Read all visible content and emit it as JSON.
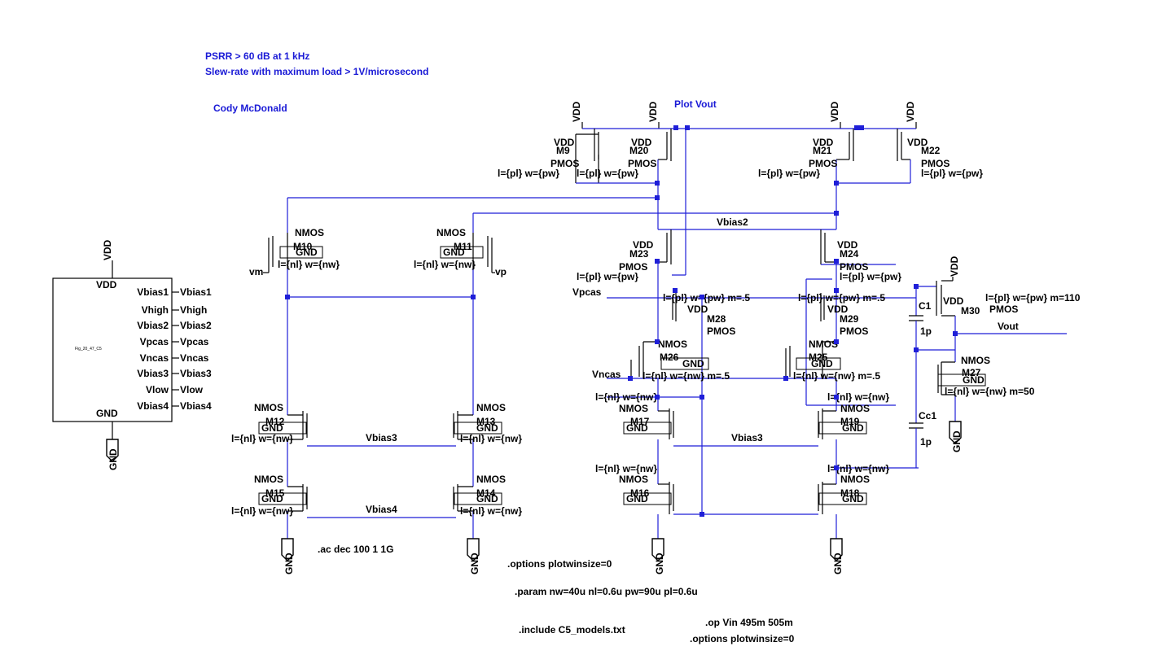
{
  "comments": {
    "psrr": "PSRR > 60 dB at 1 kHz",
    "slew": "Slew-rate with maximum load > 1V/microsecond",
    "author": "Cody McDonald",
    "plot": "Plot Vout"
  },
  "directives": {
    "ac": ".ac dec 100 1 1G",
    "options1": ".options plotwinsize=0",
    "param": ".param nw=40u nl=0.6u pw=90u pl=0.6u",
    "include": ".include C5_models.txt",
    "op": ".op Vin 495m 505m",
    "options2": ".options plotwinsize=0"
  },
  "power": {
    "vdd": "VDD",
    "gnd": "GND"
  },
  "bias_block": {
    "top_label": "VDD",
    "bottom_label": "GND",
    "name": "Fig_20_47_C5",
    "pins": [
      "Vbias1",
      "Vhigh",
      "Vbias2",
      "Vpcas",
      "Vncas",
      "Vbias3",
      "Vlow",
      "Vbias4"
    ],
    "nets": [
      "Vbias1",
      "Vhigh",
      "Vbias2",
      "Vpcas",
      "Vncas",
      "Vbias3",
      "Vlow",
      "Vbias4"
    ]
  },
  "nets": {
    "vm": "vm",
    "vp": "vp",
    "vbias2": "Vbias2",
    "vbias3_left": "Vbias3",
    "vbias4": "Vbias4",
    "vbias3_right": "Vbias3",
    "vpcas": "Vpcas",
    "vncas": "Vncas",
    "vout": "Vout"
  },
  "transistors": {
    "M9": {
      "name": "M9",
      "model": "PMOS",
      "params": "l={pl} w={pw}"
    },
    "M20": {
      "name": "M20",
      "model": "PMOS",
      "params": "l={pl} w={pw}"
    },
    "M21": {
      "name": "M21",
      "model": "PMOS",
      "params": "l={pl} w={pw}"
    },
    "M22": {
      "name": "M22",
      "model": "PMOS",
      "params": "l={pl} w={pw}"
    },
    "M10": {
      "name": "M10",
      "model": "NMOS",
      "params": "l={nl} w={nw}"
    },
    "M11": {
      "name": "M11",
      "model": "NMOS",
      "params": "l={nl} w={nw}"
    },
    "M23": {
      "name": "M23",
      "model": "PMOS",
      "params": "l={pl} w={pw}"
    },
    "M24": {
      "name": "M24",
      "model": "PMOS",
      "params": "l={pl} w={pw}"
    },
    "M28": {
      "name": "M28",
      "model": "PMOS",
      "params": "l={pl} w={pw} m=.5"
    },
    "M29": {
      "name": "M29",
      "model": "PMOS",
      "params": "l={pl} w={pw} m=.5"
    },
    "M26": {
      "name": "M26",
      "model": "NMOS",
      "params": "l={nl} w={nw} m=.5"
    },
    "M25": {
      "name": "M25",
      "model": "NMOS",
      "params": "l={nl} w={nw} m=.5"
    },
    "M30": {
      "name": "M30",
      "model": "PMOS",
      "params": "l={pl} w={pw} m=110"
    },
    "M27": {
      "name": "M27",
      "model": "NMOS",
      "params": "l={nl} w={nw} m=50"
    },
    "M12": {
      "name": "M12",
      "model": "NMOS",
      "params": "l={nl} w={nw}"
    },
    "M13": {
      "name": "M13",
      "model": "NMOS",
      "params": "l={nl} w={nw}"
    },
    "M15": {
      "name": "M15",
      "model": "NMOS",
      "params": "l={nl} w={nw}"
    },
    "M14": {
      "name": "M14",
      "model": "NMOS",
      "params": "l={nl} w={nw}"
    },
    "M17": {
      "name": "M17",
      "model": "NMOS",
      "params": "l={nl} w={nw}"
    },
    "M19": {
      "name": "M19",
      "model": "NMOS",
      "params": "l={nl} w={nw}"
    },
    "M16": {
      "name": "M16",
      "model": "NMOS",
      "params": "l={nl} w={nw}"
    },
    "M18": {
      "name": "M18",
      "model": "NMOS",
      "params": "l={nl} w={nw}"
    }
  },
  "capacitors": {
    "C1": {
      "name": "C1",
      "value": "1p"
    },
    "Cc1": {
      "name": "Cc1",
      "value": "1p"
    }
  }
}
